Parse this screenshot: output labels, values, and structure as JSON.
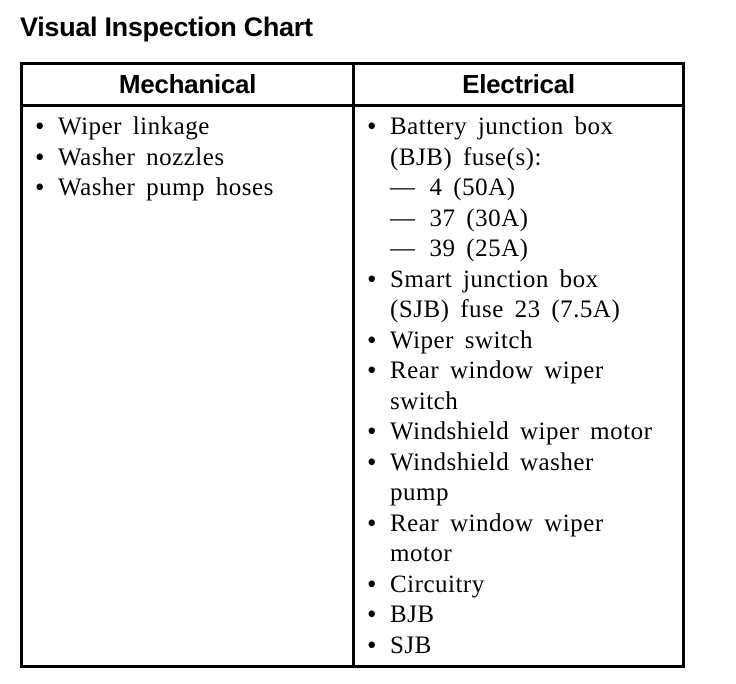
{
  "page": {
    "title": "Visual Inspection Chart"
  },
  "colors": {
    "text": "#000000",
    "border": "#000000",
    "background": "#ffffff"
  },
  "table": {
    "markers": {
      "bullet": "•",
      "dash": "—"
    },
    "columns": [
      {
        "id": "mechanical",
        "header": "Mechanical",
        "items": [
          {
            "type": "bullet",
            "lines": [
              "Wiper linkage"
            ]
          },
          {
            "type": "bullet",
            "lines": [
              "Washer nozzles"
            ]
          },
          {
            "type": "bullet",
            "lines": [
              "Washer pump hoses"
            ]
          }
        ]
      },
      {
        "id": "electrical",
        "header": "Electrical",
        "items": [
          {
            "type": "bullet",
            "lines": [
              "Battery junction box",
              "(BJB) fuse(s):"
            ]
          },
          {
            "type": "dash",
            "lines": [
              "4 (50A)"
            ]
          },
          {
            "type": "dash",
            "lines": [
              "37 (30A)"
            ]
          },
          {
            "type": "dash",
            "lines": [
              "39 (25A)"
            ]
          },
          {
            "type": "bullet",
            "lines": [
              "Smart junction box",
              "(SJB) fuse 23 (7.5A)"
            ]
          },
          {
            "type": "bullet",
            "lines": [
              "Wiper switch"
            ]
          },
          {
            "type": "bullet",
            "lines": [
              "Rear window wiper",
              "switch"
            ]
          },
          {
            "type": "bullet",
            "lines": [
              "Windshield wiper motor"
            ]
          },
          {
            "type": "bullet",
            "lines": [
              "Windshield washer",
              "pump"
            ]
          },
          {
            "type": "bullet",
            "lines": [
              "Rear window wiper",
              "motor"
            ]
          },
          {
            "type": "bullet",
            "lines": [
              "Circuitry"
            ]
          },
          {
            "type": "bullet",
            "lines": [
              "BJB"
            ]
          },
          {
            "type": "bullet",
            "lines": [
              "SJB"
            ]
          }
        ]
      }
    ]
  }
}
